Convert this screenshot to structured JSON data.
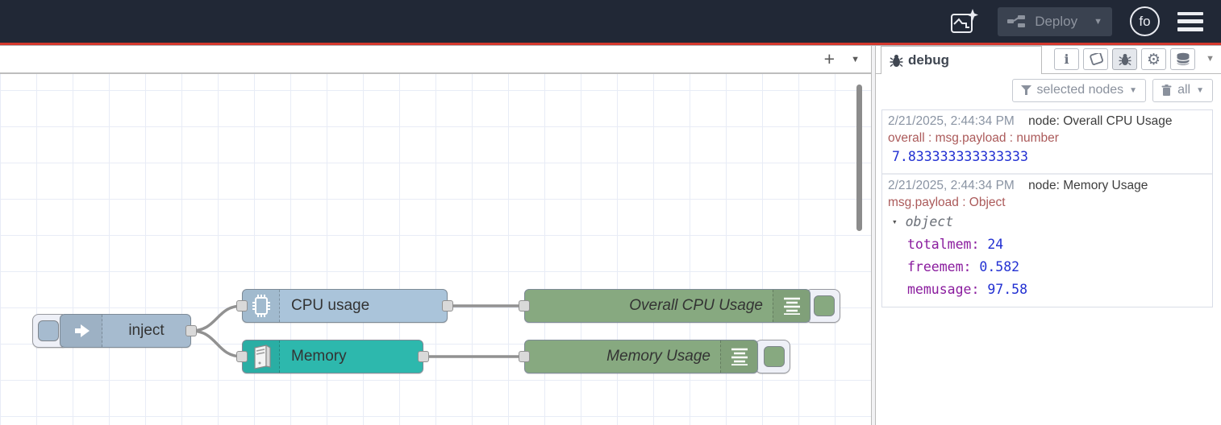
{
  "header": {
    "deploy_label": "Deploy",
    "avatar_label": "fo"
  },
  "icons": {
    "plus": "+",
    "caret_down": "▼",
    "triangle_down": "▾",
    "info": "i",
    "gear": "⚙"
  },
  "canvas": {
    "nodes": {
      "inject": {
        "label": "inject",
        "color": "#a6bbcf"
      },
      "cpu": {
        "label": "CPU usage",
        "color": "#aac4da"
      },
      "memory": {
        "label": "Memory",
        "color": "#2db8ad"
      },
      "overall_cpu": {
        "label": "Overall CPU Usage",
        "color": "#87a980"
      },
      "memory_usage": {
        "label": "Memory Usage",
        "color": "#87a980"
      }
    },
    "wire_color": "#919191"
  },
  "sidebar": {
    "tab_label": "debug",
    "filter_label": "selected nodes",
    "clear_label": "all",
    "messages": [
      {
        "timestamp": "2/21/2025, 2:44:34 PM",
        "node": "node: Overall CPU Usage",
        "meta": "overall : msg.payload : number",
        "value": "7.833333333333333"
      },
      {
        "timestamp": "2/21/2025, 2:44:34 PM",
        "node": "node: Memory Usage",
        "meta": "msg.payload : Object",
        "object_label": "object",
        "properties": [
          {
            "key": "totalmem:",
            "value": "24"
          },
          {
            "key": "freemem:",
            "value": "0.582"
          },
          {
            "key": "memusage:",
            "value": "97.58"
          }
        ]
      }
    ]
  },
  "colors": {
    "header_bg": "#212836",
    "accent_red": "#d4382d",
    "debug_value_blue": "#2230d2",
    "debug_key_purple": "#8a1c9e",
    "debug_meta_red": "#ab5a5a"
  }
}
